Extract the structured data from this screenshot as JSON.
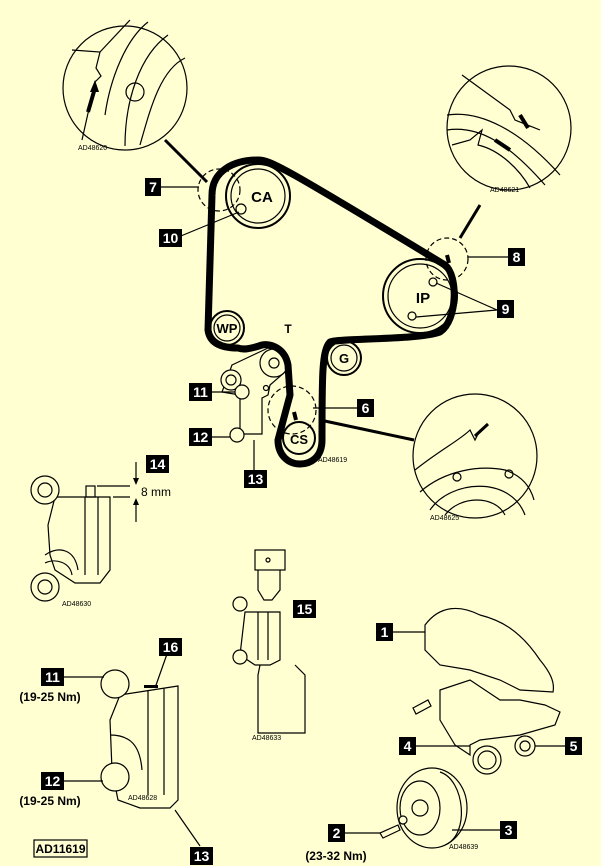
{
  "pulleys": {
    "camshaft": "CA",
    "injection_pump": "IP",
    "water_pump": "WP",
    "tensioner": "T",
    "guide": "G",
    "crankshaft": "CS"
  },
  "callouts": [
    "1",
    "2",
    "3",
    "4",
    "5",
    "6",
    "7",
    "8",
    "9",
    "10",
    "11",
    "12",
    "13",
    "14",
    "15",
    "16"
  ],
  "torques": {
    "bolt_11": "(19-25 Nm)",
    "bolt_12": "(19-25 Nm)",
    "bolt_2": "(23-32 Nm)"
  },
  "dimension": "8 mm",
  "refs": {
    "detail_camshaft": "AD48620",
    "detail_pump": "AD48621",
    "main": "AD48619",
    "detail_crank": "AD48625",
    "tensioner_gap": "AD48630",
    "tensioner_press": "AD48633",
    "tensioner_fit": "AD48628",
    "covers": "AD48639",
    "figure": "AD11619"
  },
  "colors": {
    "background": "#FFFFD2",
    "ink": "#000000"
  }
}
